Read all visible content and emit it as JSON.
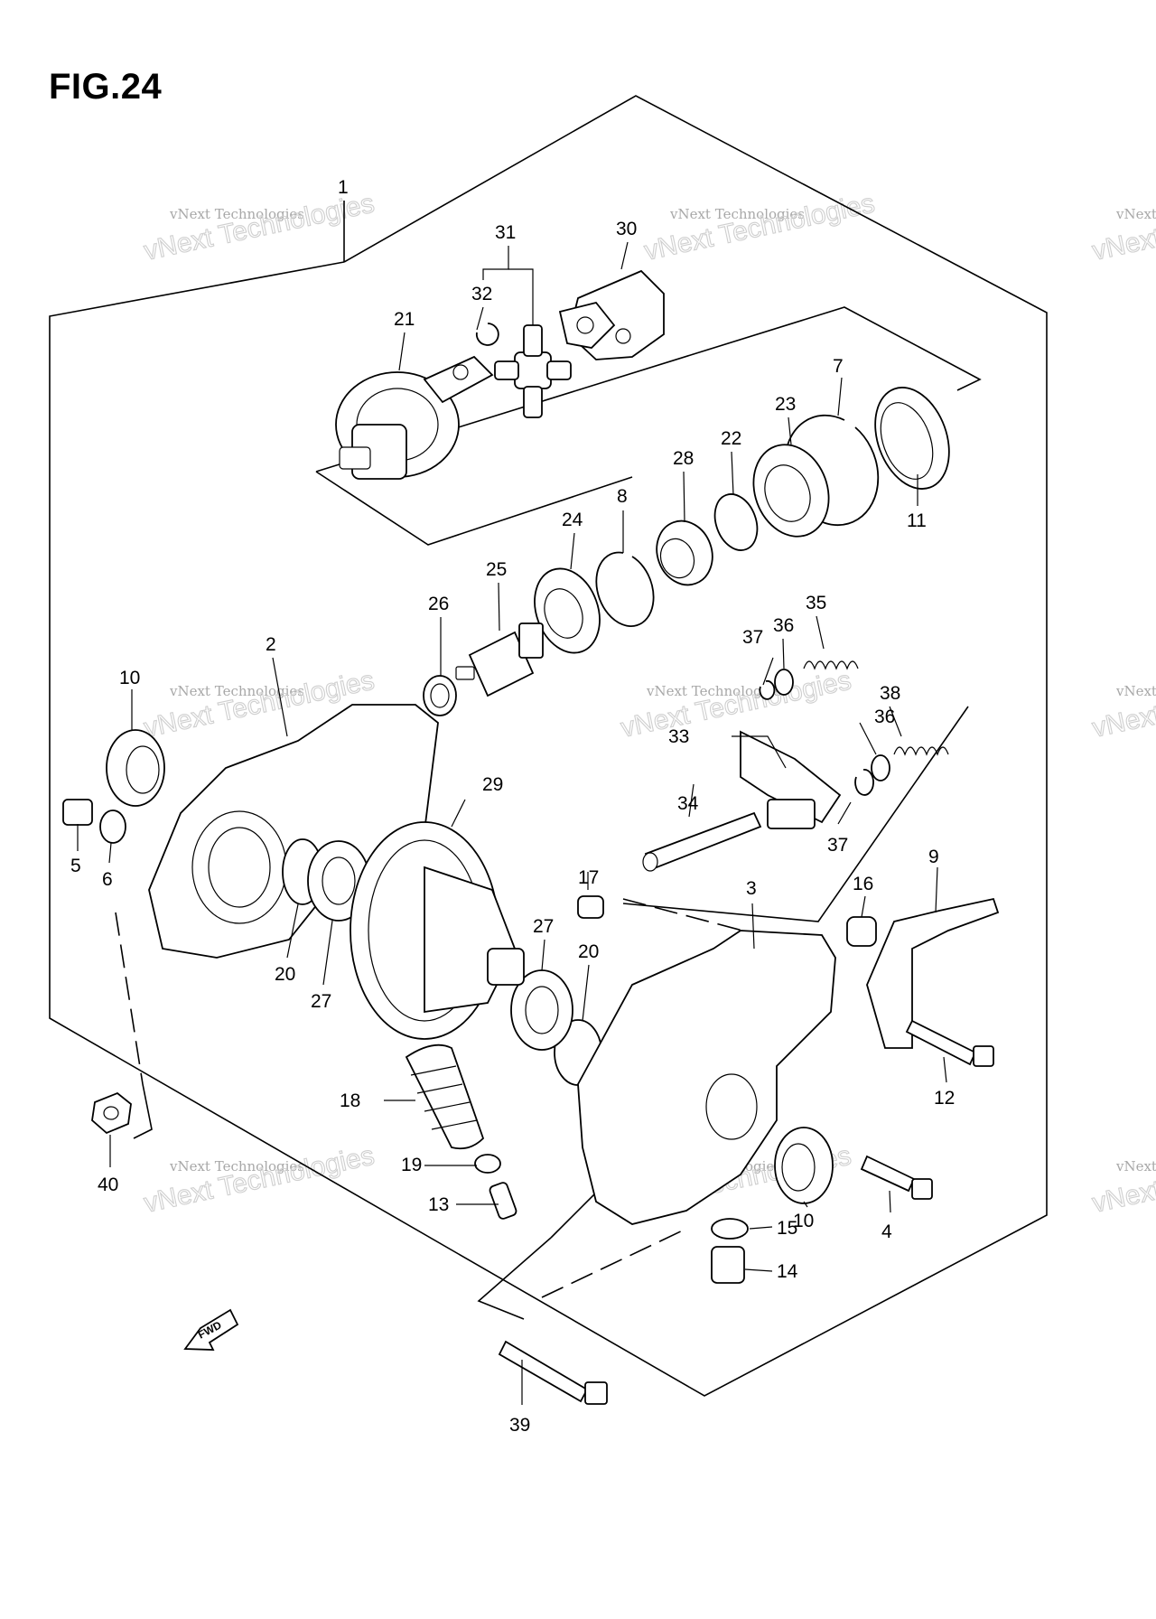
{
  "figure": {
    "title": "FIG.24"
  },
  "watermark": {
    "line1": "vNext Technologies",
    "line2": "vNext Technologies"
  },
  "fwd_label": "FWD",
  "callouts": [
    "1",
    "2",
    "3",
    "4",
    "5",
    "6",
    "7",
    "8",
    "9",
    "10",
    "10",
    "11",
    "12",
    "13",
    "14",
    "15",
    "16",
    "17",
    "18",
    "19",
    "20",
    "20",
    "21",
    "22",
    "23",
    "24",
    "25",
    "26",
    "27",
    "27",
    "28",
    "29",
    "30",
    "31",
    "32",
    "33",
    "34",
    "35",
    "36",
    "36",
    "37",
    "37",
    "38",
    "39",
    "40"
  ],
  "colors": {
    "line": "#000000",
    "background": "#ffffff",
    "watermark": "#b0b0b0"
  }
}
